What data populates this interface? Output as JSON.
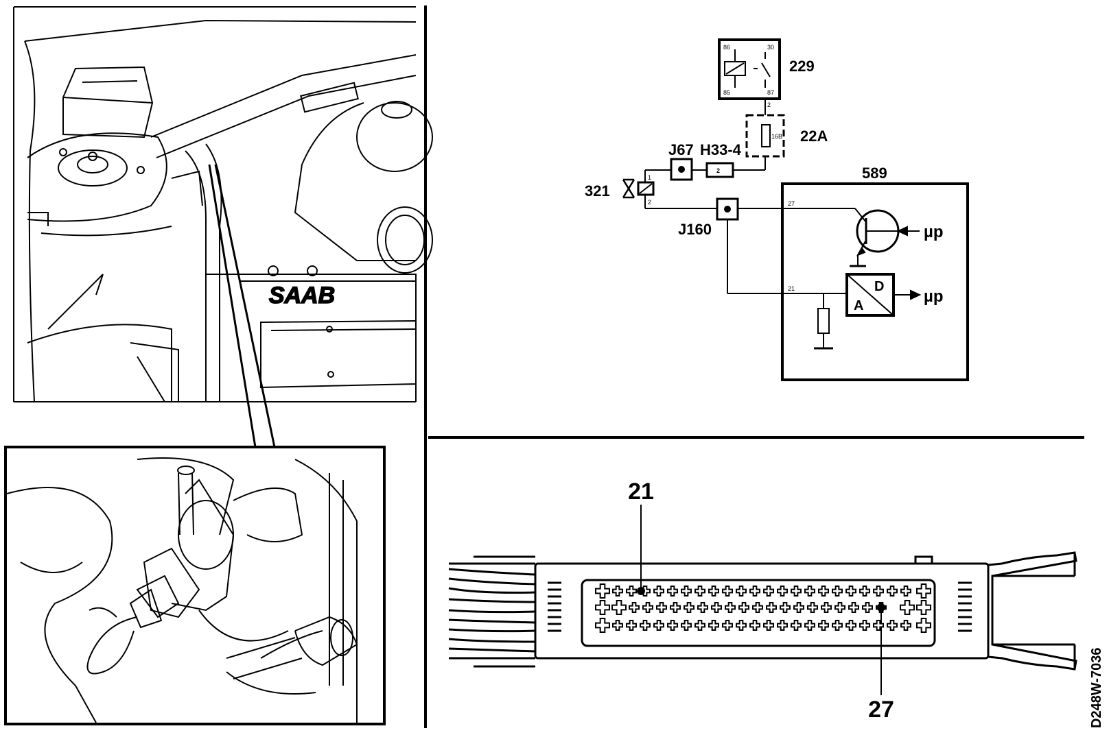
{
  "schematic": {
    "relay_label": "229",
    "relay_pins": {
      "p86": "86",
      "p30": "30",
      "p85": "85",
      "p87": "87"
    },
    "relay_wire": "2",
    "fuse_label": "22A",
    "fuse_value": "16B",
    "connector_j67": "J67",
    "connector_h33": "H33-4",
    "h33_pin": "2",
    "component_321": "321",
    "pin_1": "1",
    "pin_2": "2",
    "connector_j160": "J160",
    "ecu_label": "589",
    "ecu_pin_27": "27",
    "ecu_pin_21": "21",
    "output_up_1": "µp",
    "output_up_2": "µp",
    "adc_a": "A",
    "adc_d": "D"
  },
  "connector_view": {
    "callout_21": "21",
    "callout_27": "27"
  },
  "engine_bay": {
    "badge": "SAAB"
  },
  "figure_code": "D248W-7036"
}
